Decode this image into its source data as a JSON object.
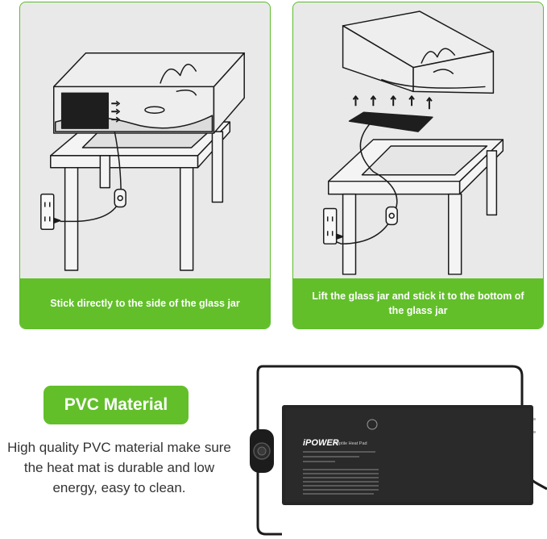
{
  "colors": {
    "accent": "#62bf2a",
    "panel_bg": "#e9e9e9",
    "text": "#333333"
  },
  "panels": [
    {
      "caption": "Stick directly to the side of the glass jar"
    },
    {
      "caption": "Lift the glass jar and stick it to the bottom of the glass jar"
    }
  ],
  "feature": {
    "badge": "PVC Material",
    "description": "High quality PVC material make sure the heat mat is durable and low energy, easy to clean."
  },
  "product": {
    "brand": "iPOWER",
    "name": "Reptile Heat Pad"
  }
}
